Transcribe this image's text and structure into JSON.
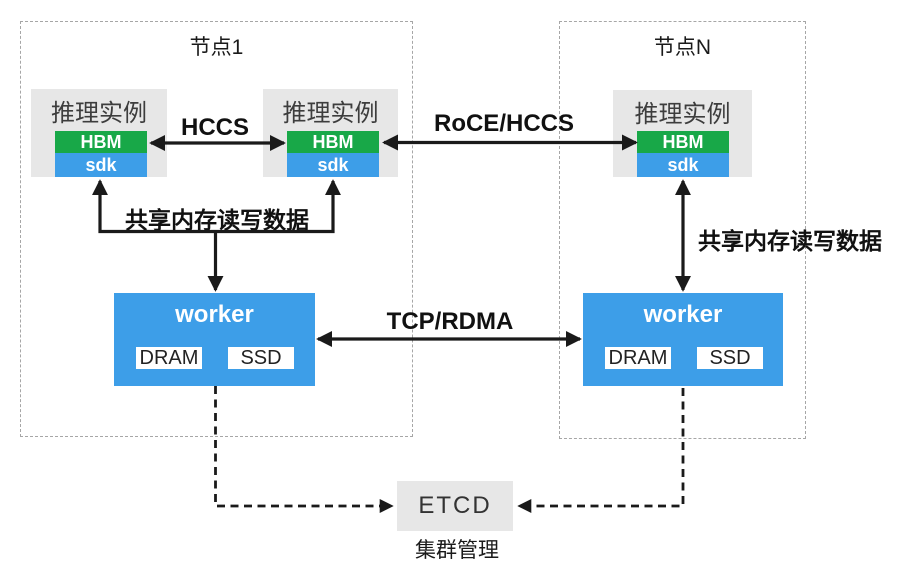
{
  "nodes": {
    "node1": {
      "title": "节点1"
    },
    "nodeN": {
      "title": "节点N"
    }
  },
  "instances": {
    "n1_left": {
      "title": "推理实例",
      "hbm": "HBM",
      "sdk": "sdk"
    },
    "n1_right": {
      "title": "推理实例",
      "hbm": "HBM",
      "sdk": "sdk"
    },
    "nN": {
      "title": "推理实例",
      "hbm": "HBM",
      "sdk": "sdk"
    }
  },
  "workers": {
    "w1": {
      "title": "worker",
      "dram": "DRAM",
      "ssd": "SSD"
    },
    "wN": {
      "title": "worker",
      "dram": "DRAM",
      "ssd": "SSD"
    }
  },
  "links": {
    "hccs": "HCCS",
    "roce_hccs": "RoCE/HCCS",
    "tcp_rdma": "TCP/RDMA",
    "shared_mem_left": "共享内存读写数据",
    "shared_mem_right": "共享内存读写数据"
  },
  "etcd": {
    "label": "ETCD",
    "caption": "集群管理"
  },
  "colors": {
    "hbm_green": "#18a848",
    "sdk_worker_blue": "#3d9ee8",
    "box_gray": "#e7e7e7",
    "arrow_black": "#1a1a1a",
    "node_border_gray": "#a6a6a6"
  }
}
